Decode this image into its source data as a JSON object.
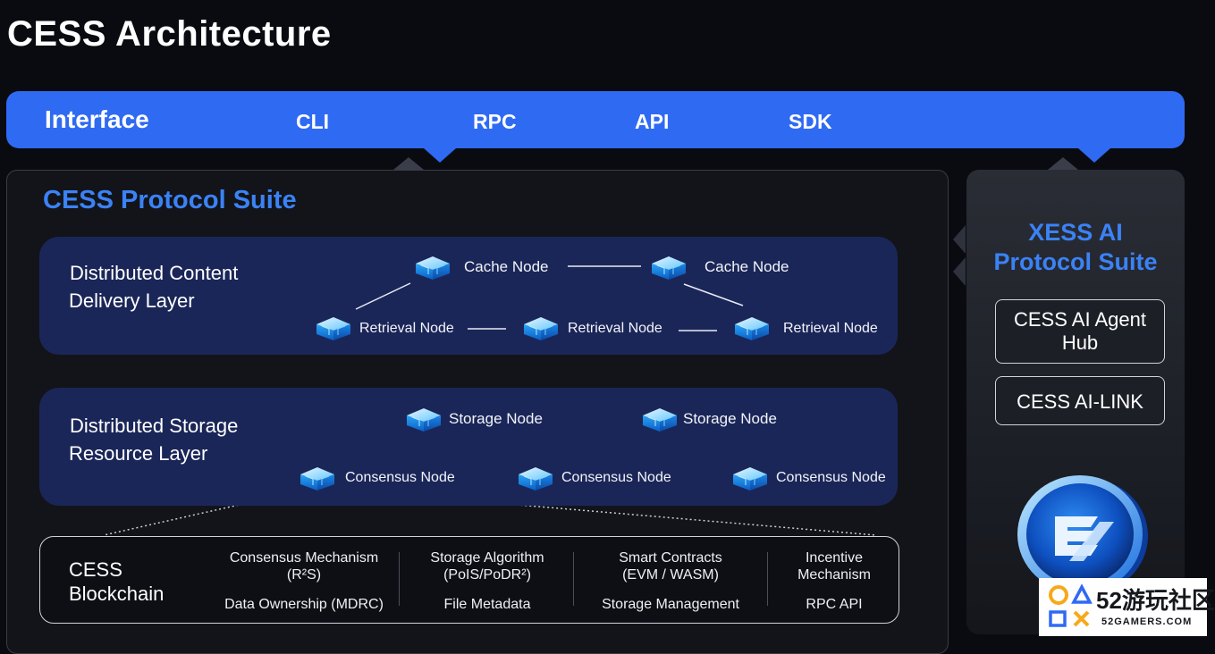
{
  "title": "CESS Architecture",
  "interface": {
    "title": "Interface",
    "items": [
      "CLI",
      "RPC",
      "API",
      "SDK"
    ]
  },
  "protocol_suite": {
    "title": "CESS Protocol Suite",
    "content_layer": {
      "title_line1": "Distributed Content",
      "title_line2": "Delivery Layer",
      "top_nodes": [
        "Cache Node",
        "Cache Node"
      ],
      "bottom_nodes": [
        "Retrieval Node",
        "Retrieval Node",
        "Retrieval Node"
      ]
    },
    "storage_layer": {
      "title_line1": "Distributed Storage",
      "title_line2": "Resource Layer",
      "top_nodes": [
        "Storage Node",
        "Storage Node"
      ],
      "bottom_nodes": [
        "Consensus Node",
        "Consensus Node",
        "Consensus Node"
      ]
    },
    "blockchain": {
      "title_line1": "CESS",
      "title_line2": "Blockchain",
      "columns": [
        {
          "line1": "Consensus Mechanism",
          "line2": "(R²S)",
          "line3": "Data Ownership (MDRC)"
        },
        {
          "line1": "Storage Algorithm",
          "line2": "(PoIS/PoDR²)",
          "line3": "File Metadata"
        },
        {
          "line1": "Smart Contracts",
          "line2": "(EVM / WASM)",
          "line3": "Storage Management"
        },
        {
          "line1": "Incentive",
          "line2": "Mechanism",
          "line3": "RPC API"
        }
      ]
    }
  },
  "xess": {
    "title_line1": "XESS AI",
    "title_line2": "Protocol Suite",
    "buttons": [
      {
        "line1": "CESS AI Agent",
        "line2": "Hub"
      },
      {
        "line1": "CESS AI-LINK"
      }
    ]
  },
  "watermark": {
    "number": "52游玩社区",
    "sub": "52GAMERS.COM"
  },
  "colors": {
    "accent_blue": "#2f6af3",
    "title_blue": "#3b82f6",
    "layer_bg": "#1b2658",
    "background": "#0a0b10"
  }
}
